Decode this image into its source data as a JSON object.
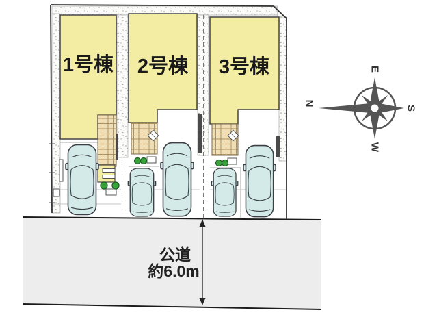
{
  "buildings": [
    {
      "label": "1号棟"
    },
    {
      "label": "2号棟"
    },
    {
      "label": "3号棟"
    }
  ],
  "road": {
    "name_label": "公道",
    "width_label": "約6.0m"
  },
  "compass": {
    "north": "N",
    "east": "E",
    "south": "S",
    "west": "W"
  },
  "colors": {
    "building_fill": "#f3eda3",
    "terrace_fill": "#eedfb8",
    "terrace_grid": "#ad9060",
    "car_fill": "#d3eae8",
    "road_fill": "#ededed",
    "shrub_fill": "#3aa23c",
    "compass": "#555555",
    "outline": "#333333"
  }
}
